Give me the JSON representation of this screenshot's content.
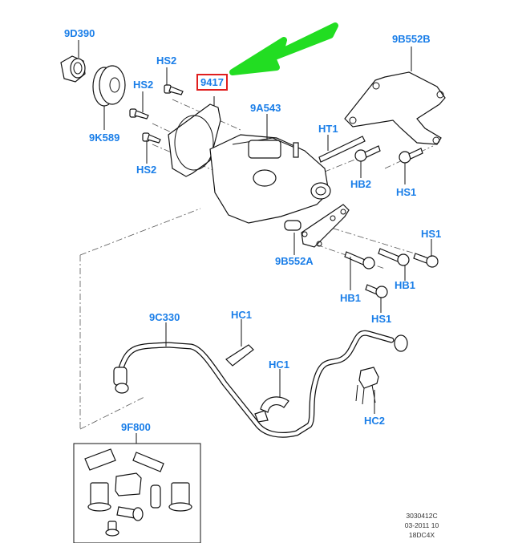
{
  "diagram": {
    "title": "Fuel injection pump assembly - exploded parts view",
    "highlight_color": "#e01e1e",
    "arrow_color": "#22dd22",
    "label_color": "#1a7ee8",
    "callouts": [
      {
        "id": "9D390",
        "part": "cap/nut"
      },
      {
        "id": "9K589",
        "part": "pump drive hub"
      },
      {
        "id": "HS2",
        "part": "bolt (top)"
      },
      {
        "id": "HS2",
        "part": "bolt (middle)"
      },
      {
        "id": "HS2",
        "part": "bolt (lower)"
      },
      {
        "id": "9417",
        "part": "gasket",
        "highlighted": true
      },
      {
        "id": "9A543",
        "part": "fuel injection pump"
      },
      {
        "id": "9B552B",
        "part": "rear bracket"
      },
      {
        "id": "HT1",
        "part": "stud"
      },
      {
        "id": "HB2",
        "part": "bolt"
      },
      {
        "id": "HS1",
        "part": "bolt (bracket B)"
      },
      {
        "id": "HS1",
        "part": "bolt (right)"
      },
      {
        "id": "9B552A",
        "part": "front bracket"
      },
      {
        "id": "HB1",
        "part": "bolt (lower left)"
      },
      {
        "id": "HB1",
        "part": "bolt (right)"
      },
      {
        "id": "HS1",
        "part": "bolt (lower)"
      },
      {
        "id": "9C330",
        "part": "fuel return line"
      },
      {
        "id": "HC1",
        "part": "clip (upper)"
      },
      {
        "id": "HC1",
        "part": "clip (lower)"
      },
      {
        "id": "HC2",
        "part": "clip bracket"
      },
      {
        "id": "9F800",
        "part": "fitting kit"
      }
    ],
    "footer": {
      "drawing_number": "3030412C",
      "date": "03-2011 10",
      "code": "18DC4X"
    }
  }
}
